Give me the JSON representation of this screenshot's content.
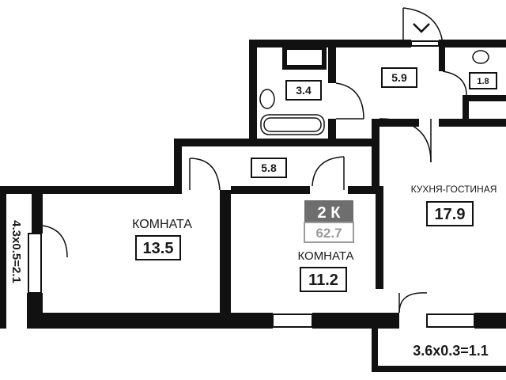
{
  "apartment": {
    "type_label": "2 К",
    "total_area": "62.7",
    "badge_dark_color": "#6e6e6e",
    "badge_light_color": "#9a9a9a"
  },
  "rooms": {
    "room_left": {
      "name": "КОМНАТА",
      "area": "13.5"
    },
    "room_middle": {
      "name": "КОМНАТА",
      "area": "11.2"
    },
    "kitchen_living": {
      "name": "КУХНЯ-ГОСТИНАЯ",
      "area": "17.9"
    },
    "bathroom": {
      "area": "3.4"
    },
    "hall": {
      "area": "5.9"
    },
    "wc": {
      "area": "1.8"
    },
    "corridor": {
      "area": "5.8"
    }
  },
  "balconies": {
    "bottom": "3.6x0.3=1.1",
    "left": "4.3x0.5=2.1"
  },
  "entrance_icon": "chevron-down-icon",
  "colors": {
    "wall": "#111111",
    "floor": "#ffffff"
  }
}
